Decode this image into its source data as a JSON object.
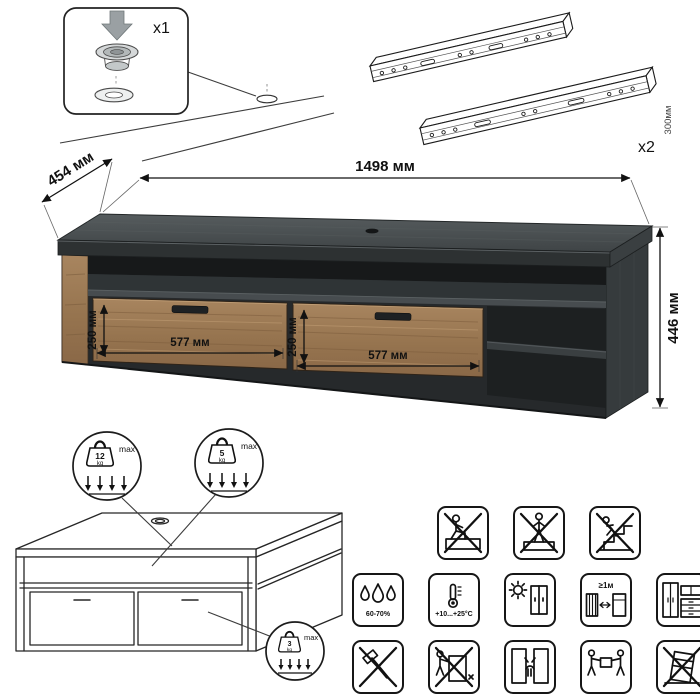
{
  "hardware": {
    "glide_count": "x1",
    "rail_count": "x2",
    "rail_length": "300мм"
  },
  "dimensions": {
    "width": "1498 мм",
    "depth": "454 мм",
    "height": "446 мм",
    "drawer_left_height": "250 мм",
    "drawer_left_width": "577 мм",
    "drawer_right_height": "250 мм",
    "drawer_right_width": "577 мм"
  },
  "load_limits": {
    "top": {
      "value": "12",
      "unit": "kg",
      "note": "max"
    },
    "shelf": {
      "value": "5",
      "unit": "kg",
      "note": "max"
    },
    "drawer": {
      "value": "3",
      "unit": "kg",
      "note": "max"
    }
  },
  "care": {
    "humidity_label": "60-70%",
    "temperature_label": "+10...+25°С",
    "distance_label": "≥1м"
  },
  "icons": {
    "row1": [
      "no-sit",
      "no-stand",
      "no-climb"
    ],
    "row2": [
      "humidity",
      "temperature",
      "sunlight",
      "heat-distance",
      "furniture-set"
    ],
    "row3": [
      "no-hammer",
      "no-drag",
      "door-pinch",
      "team-lift",
      "no-lean"
    ]
  },
  "colors": {
    "carcass_dark": "#3a3e40",
    "wood": "#9a7957",
    "line": "#1e1e1e",
    "background": "#ffffff"
  }
}
